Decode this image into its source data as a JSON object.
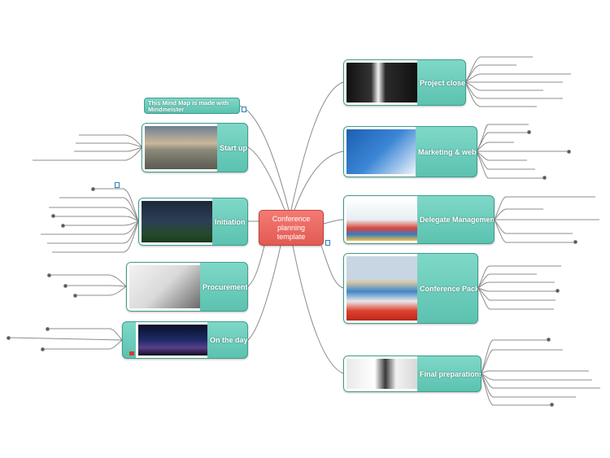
{
  "center": {
    "line1": "Conference",
    "line2": "planning",
    "line3": "template"
  },
  "note": {
    "line1": "This Mind Map is made with",
    "line2": "Mindmeister"
  },
  "topics": {
    "project_close": "Project close",
    "marketing_web": "Marketing & web",
    "delegate_management": "Delegate Management",
    "conference_pack": "Conference Pack",
    "final_preparations": "Final preparations",
    "start_up": "Start up",
    "initiation": "Initiation",
    "procurement": "Procurement",
    "on_the_day": "On the day!"
  },
  "thumbnails": {
    "project_close": "handshake-photo",
    "marketing_web": "marketing-whiteboard-photo",
    "delegate_management": "crowd-illustration",
    "conference_pack": "stack-of-books-photo",
    "final_preparations": "presentation-photo",
    "start_up": "road-horizon-photo",
    "initiation": "team-huddle-photo",
    "procurement": "calculator-photo",
    "on_the_day": "stage-audience-photo"
  },
  "colors": {
    "topic_fill": "#6ccbb9",
    "topic_border": "#3f9d8d",
    "center_fill": "#ec6b63",
    "connector": "#8c8c8c"
  }
}
